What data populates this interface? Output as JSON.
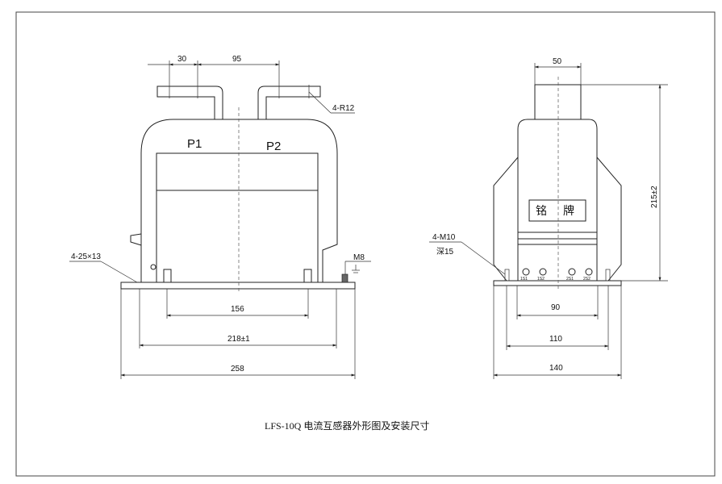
{
  "front_view": {
    "dim_30": "30",
    "dim_95": "95",
    "hole_label": "4-R12",
    "terminal_p1": "P1",
    "terminal_p2": "P2",
    "ground_label": "M8",
    "slot_label": "4-25×13",
    "dim_156": "156",
    "dim_218": "218±1",
    "dim_258": "258"
  },
  "side_view": {
    "dim_50": "50",
    "height_label": "215±2",
    "nameplate_char1": "铭",
    "nameplate_char2": "牌",
    "thread_label": "4-M10",
    "depth_label": "深15",
    "terminal_labels": [
      "1S1",
      "1S2",
      "2S1",
      "2S2"
    ],
    "dim_90": "90",
    "dim_110": "110",
    "dim_140": "140"
  },
  "caption": "LFS-10Q 电流互感器外形图及安装尺寸"
}
